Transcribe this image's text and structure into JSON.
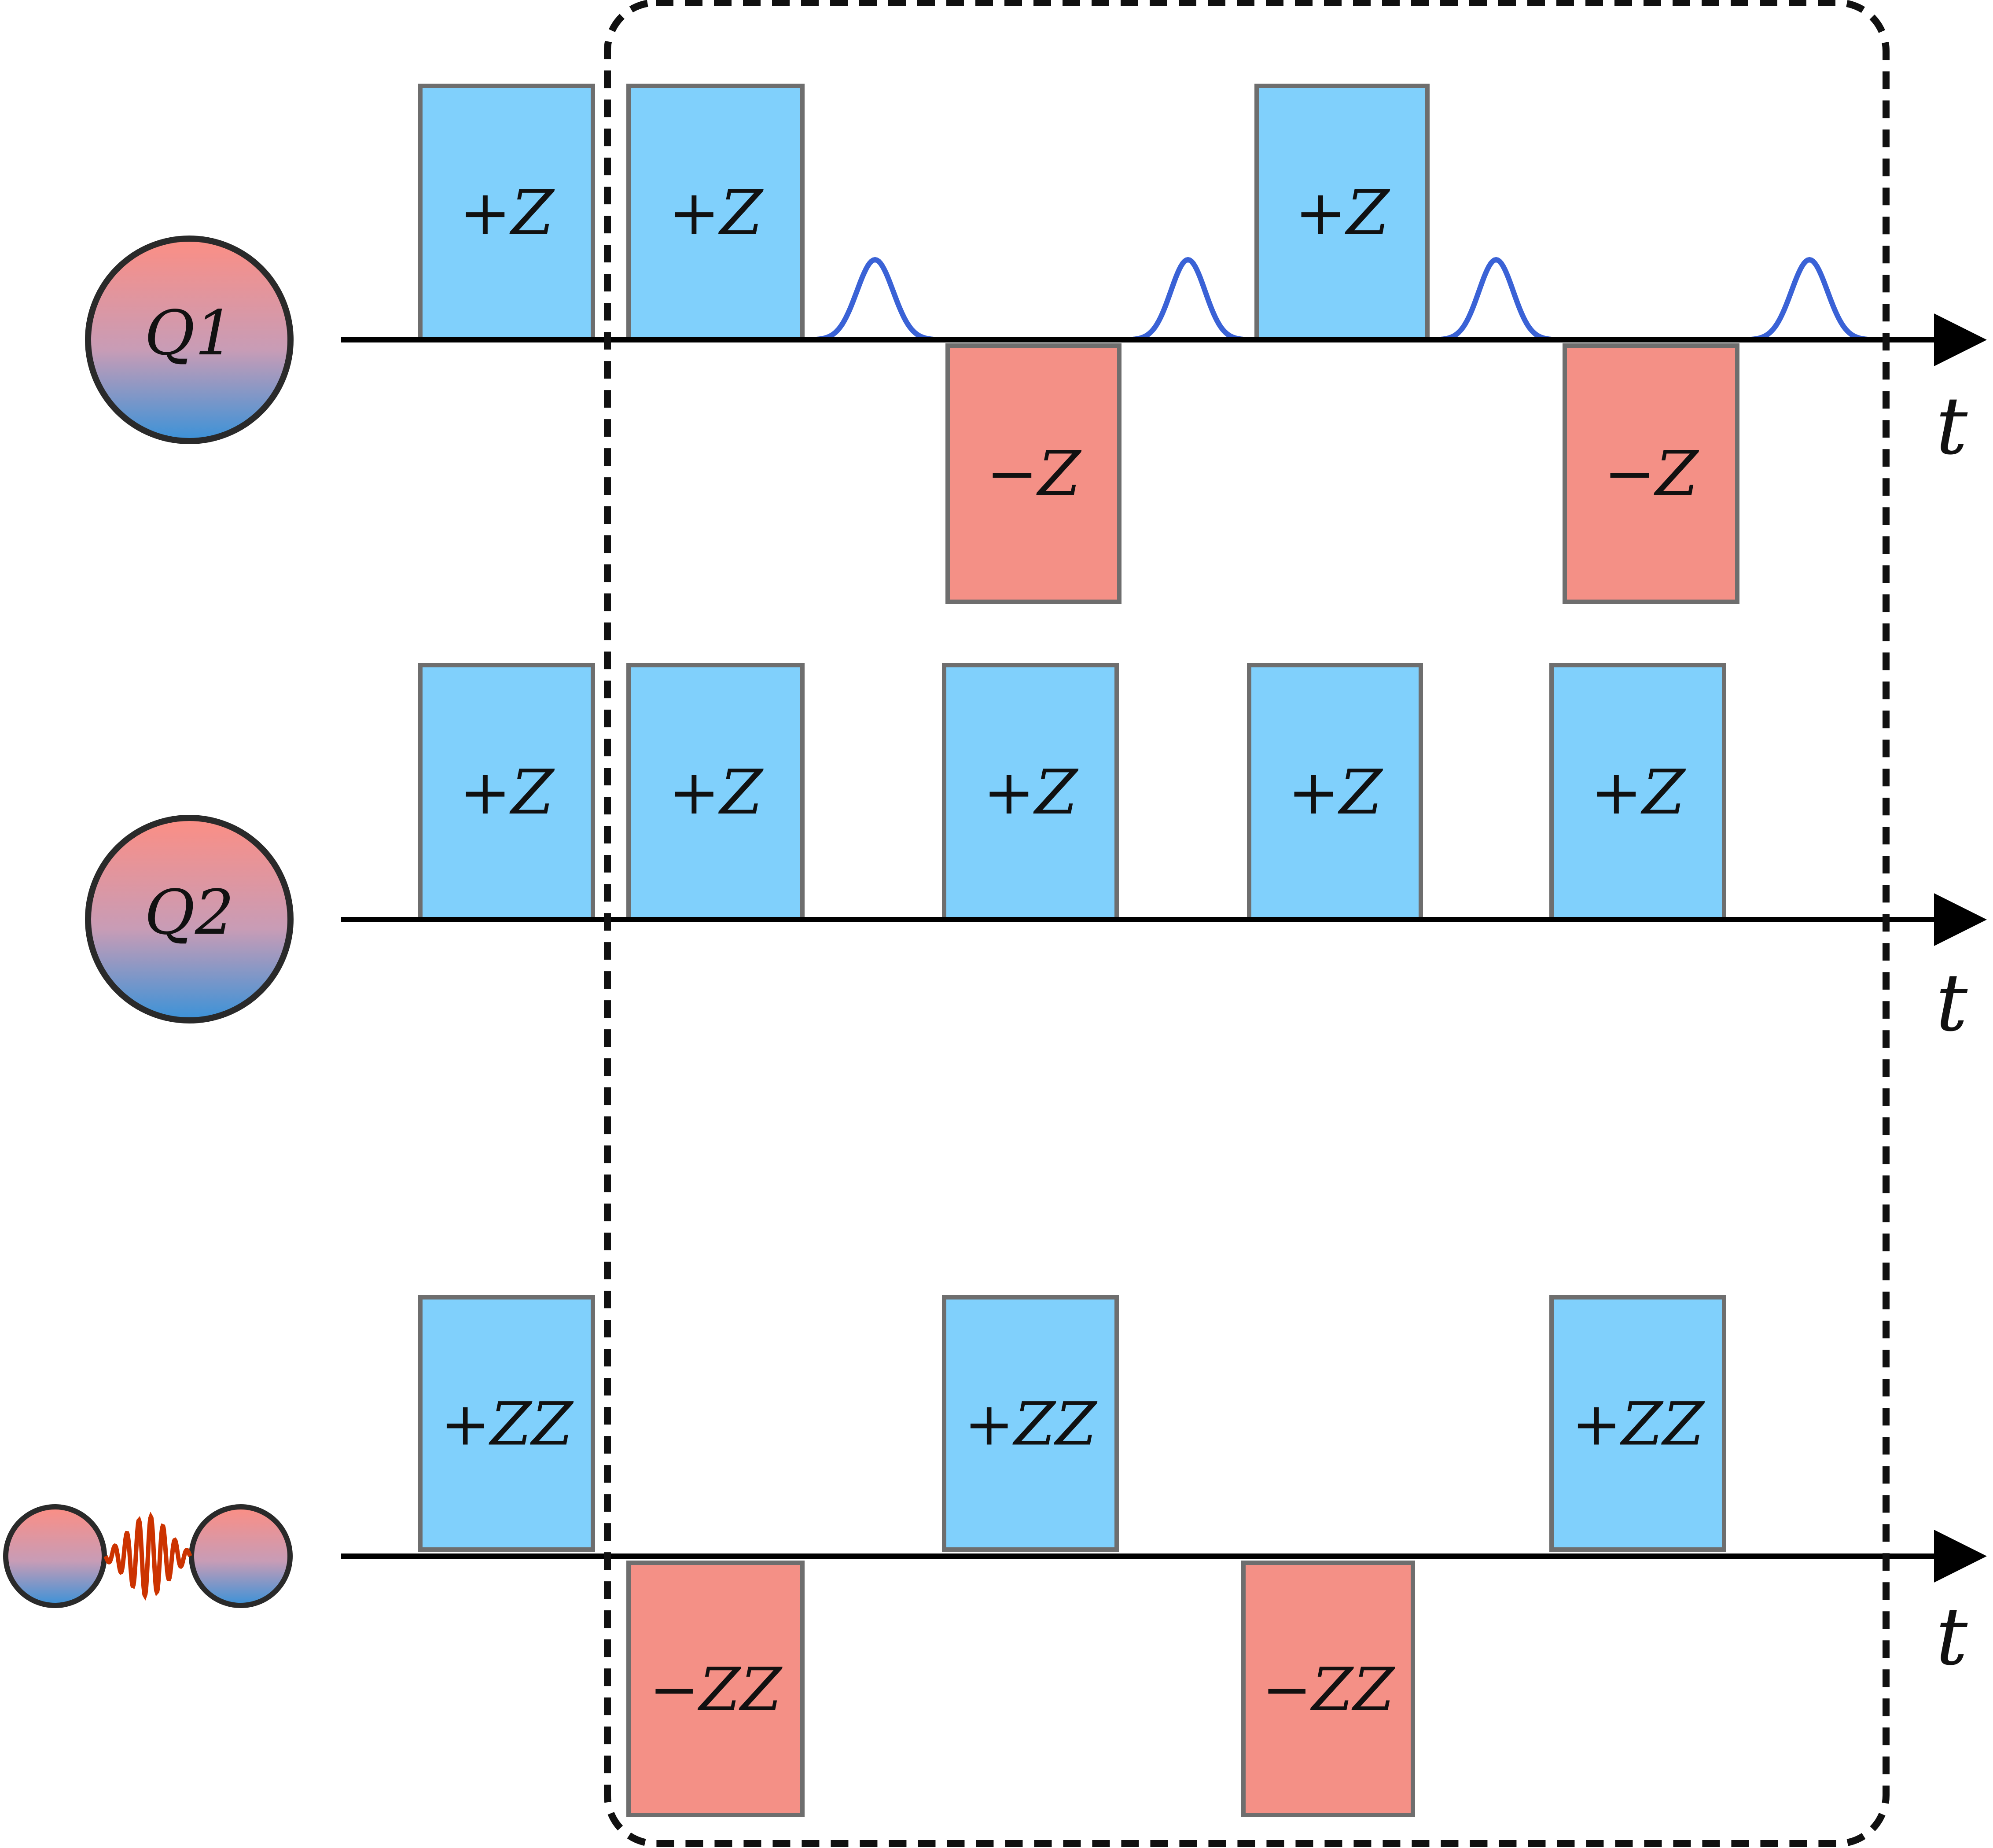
{
  "colors": {
    "positive_pulse": "#80d0fc",
    "negative_pulse": "#f49086",
    "pulse_border": "#6e6e6e",
    "gaussian": "#3a62d6",
    "axis": "#000000",
    "qubit_top": "#fc8e84",
    "qubit_bottom": "#3a92d8",
    "coupler_wave": "#cc3300"
  },
  "qubits": [
    {
      "label": "Q1"
    },
    {
      "label": "Q2"
    }
  ],
  "coupler": {
    "icon": "coupled-qubits-icon"
  },
  "axis_label": "t",
  "rows": [
    {
      "name": "q1",
      "pulses": [
        {
          "label": "+Z",
          "sign": "+"
        },
        {
          "label": "+Z",
          "sign": "+"
        },
        {
          "label": "−Z",
          "sign": "-"
        },
        {
          "label": "+Z",
          "sign": "+"
        },
        {
          "label": "−Z",
          "sign": "-"
        }
      ],
      "gaussians": 4
    },
    {
      "name": "q2",
      "pulses": [
        {
          "label": "+Z",
          "sign": "+"
        },
        {
          "label": "+Z",
          "sign": "+"
        },
        {
          "label": "+Z",
          "sign": "+"
        },
        {
          "label": "+Z",
          "sign": "+"
        },
        {
          "label": "+Z",
          "sign": "+"
        }
      ]
    },
    {
      "name": "zz",
      "pulses": [
        {
          "label": "+ZZ",
          "sign": "+"
        },
        {
          "label": "−ZZ",
          "sign": "-"
        },
        {
          "label": "+ZZ",
          "sign": "+"
        },
        {
          "label": "−ZZ",
          "sign": "-"
        },
        {
          "label": "+ZZ",
          "sign": "+"
        }
      ]
    }
  ],
  "repeat_box": {
    "style": "dashed"
  }
}
